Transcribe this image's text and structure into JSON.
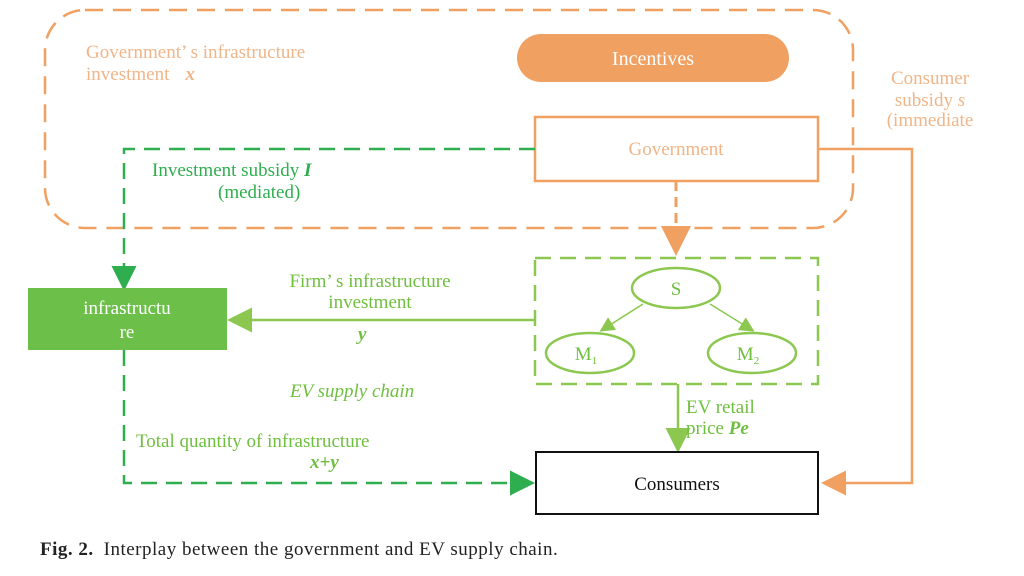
{
  "diagram": {
    "gov_infra_line1": "Government’ s infrastructure",
    "gov_infra_line2": "investment",
    "gov_infra_var": "x",
    "incentives": "Incentives",
    "consumer_subsidy_line1": "Consumer",
    "consumer_subsidy_line2": "subsidy",
    "consumer_subsidy_var": "s",
    "consumer_subsidy_line3": "(immediate",
    "government": "Government",
    "investment_subsidy_line1": "Investment subsidy",
    "investment_subsidy_var": "I",
    "investment_subsidy_line2": "(mediated)",
    "firm_infra_line1": "Firm’ s infrastructure",
    "firm_infra_line2": "investment",
    "firm_infra_var": "y",
    "infrastructure_line1": "infrastructu",
    "infrastructure_line2": "re",
    "node_s": "S",
    "node_m1": "M",
    "node_m1_sub": "1",
    "node_m2": "M",
    "node_m2_sub": "2",
    "ev_supply_chain": "EV supply chain",
    "ev_price_line1": "EV retail",
    "ev_price_line2": "price",
    "ev_price_var": "Pe",
    "total_qty_line1": "Total quantity of infrastructure",
    "total_qty_var": "x+y",
    "consumers": "Consumers"
  },
  "caption": {
    "label": "Fig. 2.",
    "text": "Interplay between the government and EV supply chain."
  },
  "colors": {
    "orange": "#f0a060",
    "green": "#8cc850",
    "dark_green": "#2fae4f",
    "infra_fill": "#6cc04a"
  }
}
